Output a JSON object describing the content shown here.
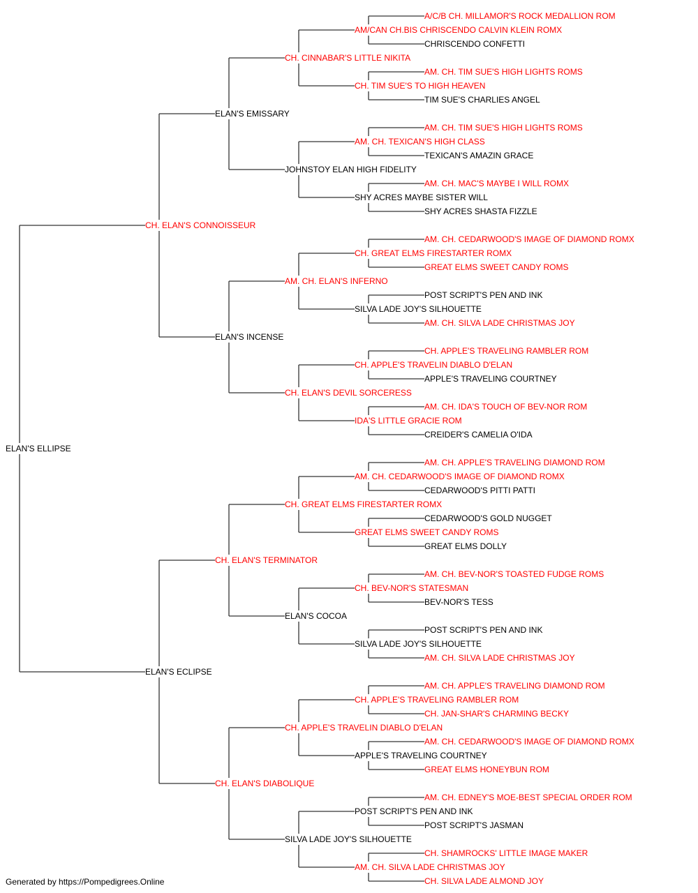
{
  "colors": {
    "champion": "#ff0000",
    "regular": "#000000",
    "line": "#333333"
  },
  "footer": "Generated by https://Pompedigrees.Online",
  "pedigree": {
    "name": "ELAN'S ELLIPSE",
    "champion": false,
    "sire": {
      "name": "CH. ELAN'S CONNOISSEUR",
      "champion": true,
      "sire": {
        "name": "ELAN'S EMISSARY",
        "champion": false,
        "sire": {
          "name": "CH. CINNABAR'S LITTLE NIKITA",
          "champion": true,
          "sire": {
            "name": "AM/CAN CH.BIS CHRISCENDO CALVIN KLEIN ROMX",
            "champion": true,
            "sire": {
              "name": "A/C/B CH. MILLAMOR'S ROCK MEDALLION ROM",
              "champion": true
            },
            "dam": {
              "name": "CHRISCENDO CONFETTI",
              "champion": false
            }
          },
          "dam": {
            "name": "CH. TIM SUE'S TO HIGH HEAVEN",
            "champion": true,
            "sire": {
              "name": "AM. CH. TIM SUE'S HIGH LIGHTS ROMS",
              "champion": true
            },
            "dam": {
              "name": "TIM SUE'S CHARLIES ANGEL",
              "champion": false
            }
          }
        },
        "dam": {
          "name": "JOHNSTOY ELAN HIGH FIDELITY",
          "champion": false,
          "sire": {
            "name": "AM. CH. TEXICAN'S HIGH CLASS",
            "champion": true,
            "sire": {
              "name": "AM. CH. TIM SUE'S HIGH LIGHTS ROMS",
              "champion": true
            },
            "dam": {
              "name": "TEXICAN'S AMAZIN GRACE",
              "champion": false
            }
          },
          "dam": {
            "name": "SHY ACRES MAYBE SISTER WILL",
            "champion": false,
            "sire": {
              "name": "AM. CH. MAC'S MAYBE I WILL ROMX",
              "champion": true
            },
            "dam": {
              "name": "SHY ACRES SHASTA FIZZLE",
              "champion": false
            }
          }
        }
      },
      "dam": {
        "name": "ELAN'S INCENSE",
        "champion": false,
        "sire": {
          "name": "AM. CH. ELAN'S INFERNO",
          "champion": true,
          "sire": {
            "name": "CH. GREAT ELMS FIRESTARTER ROMX",
            "champion": true,
            "sire": {
              "name": "AM. CH. CEDARWOOD'S IMAGE OF DIAMOND ROMX",
              "champion": true
            },
            "dam": {
              "name": "GREAT ELMS SWEET CANDY ROMS",
              "champion": true
            }
          },
          "dam": {
            "name": "SILVA LADE JOY'S SILHOUETTE",
            "champion": false,
            "sire": {
              "name": "POST SCRIPT'S PEN AND INK",
              "champion": false
            },
            "dam": {
              "name": "AM. CH. SILVA LADE CHRISTMAS JOY",
              "champion": true
            }
          }
        },
        "dam": {
          "name": "CH. ELAN'S DEVIL SORCERESS",
          "champion": true,
          "sire": {
            "name": "CH. APPLE'S TRAVELIN DIABLO D'ELAN",
            "champion": true,
            "sire": {
              "name": "CH. APPLE'S TRAVELING RAMBLER ROM",
              "champion": true
            },
            "dam": {
              "name": "APPLE'S TRAVELING COURTNEY",
              "champion": false
            }
          },
          "dam": {
            "name": "IDA'S LITTLE GRACIE ROM",
            "champion": true,
            "sire": {
              "name": "AM. CH. IDA'S TOUCH OF BEV-NOR ROM",
              "champion": true
            },
            "dam": {
              "name": "CREIDER'S CAMELIA O'IDA",
              "champion": false
            }
          }
        }
      }
    },
    "dam": {
      "name": "ELAN'S ECLIPSE",
      "champion": false,
      "sire": {
        "name": "CH. ELAN'S TERMINATOR",
        "champion": true,
        "sire": {
          "name": "CH. GREAT ELMS FIRESTARTER ROMX",
          "champion": true,
          "sire": {
            "name": "AM. CH. CEDARWOOD'S IMAGE OF DIAMOND ROMX",
            "champion": true,
            "sire": {
              "name": "AM. CH. APPLE'S TRAVELING DIAMOND ROM",
              "champion": true
            },
            "dam": {
              "name": "CEDARWOOD'S PITTI PATTI",
              "champion": false
            }
          },
          "dam": {
            "name": "GREAT ELMS SWEET CANDY ROMS",
            "champion": true,
            "sire": {
              "name": "CEDARWOOD'S GOLD NUGGET",
              "champion": false
            },
            "dam": {
              "name": "GREAT ELMS DOLLY",
              "champion": false
            }
          }
        },
        "dam": {
          "name": "ELAN'S COCOA",
          "champion": false,
          "sire": {
            "name": "CH. BEV-NOR'S STATESMAN",
            "champion": true,
            "sire": {
              "name": "AM. CH. BEV-NOR'S TOASTED FUDGE ROMS",
              "champion": true
            },
            "dam": {
              "name": "BEV-NOR'S TESS",
              "champion": false
            }
          },
          "dam": {
            "name": "SILVA LADE JOY'S SILHOUETTE",
            "champion": false,
            "sire": {
              "name": "POST SCRIPT'S PEN AND INK",
              "champion": false
            },
            "dam": {
              "name": "AM. CH. SILVA LADE CHRISTMAS JOY",
              "champion": true
            }
          }
        }
      },
      "dam": {
        "name": "CH. ELAN'S DIABOLIQUE",
        "champion": true,
        "sire": {
          "name": "CH. APPLE'S TRAVELIN DIABLO D'ELAN",
          "champion": true,
          "sire": {
            "name": "CH. APPLE'S TRAVELING RAMBLER ROM",
            "champion": true,
            "sire": {
              "name": "AM. CH. APPLE'S TRAVELING DIAMOND ROM",
              "champion": true
            },
            "dam": {
              "name": "CH. JAN-SHAR'S CHARMING BECKY",
              "champion": true
            }
          },
          "dam": {
            "name": "APPLE'S TRAVELING COURTNEY",
            "champion": false,
            "sire": {
              "name": "AM. CH. CEDARWOOD'S IMAGE OF DIAMOND ROMX",
              "champion": true
            },
            "dam": {
              "name": "GREAT ELMS HONEYBUN ROM",
              "champion": true
            }
          }
        },
        "dam": {
          "name": "SILVA LADE JOY'S SILHOUETTE",
          "champion": false,
          "sire": {
            "name": "POST SCRIPT'S PEN AND INK",
            "champion": false,
            "sire": {
              "name": "AM. CH. EDNEY'S MOE-BEST SPECIAL ORDER ROM",
              "champion": true
            },
            "dam": {
              "name": "POST SCRIPT'S JASMAN",
              "champion": false
            }
          },
          "dam": {
            "name": "AM. CH. SILVA LADE CHRISTMAS JOY",
            "champion": true,
            "sire": {
              "name": "CH. SHAMROCKS' LITTLE IMAGE MAKER",
              "champion": true
            },
            "dam": {
              "name": "CH. SILVA LADE ALMOND JOY",
              "champion": true
            }
          }
        }
      }
    }
  }
}
